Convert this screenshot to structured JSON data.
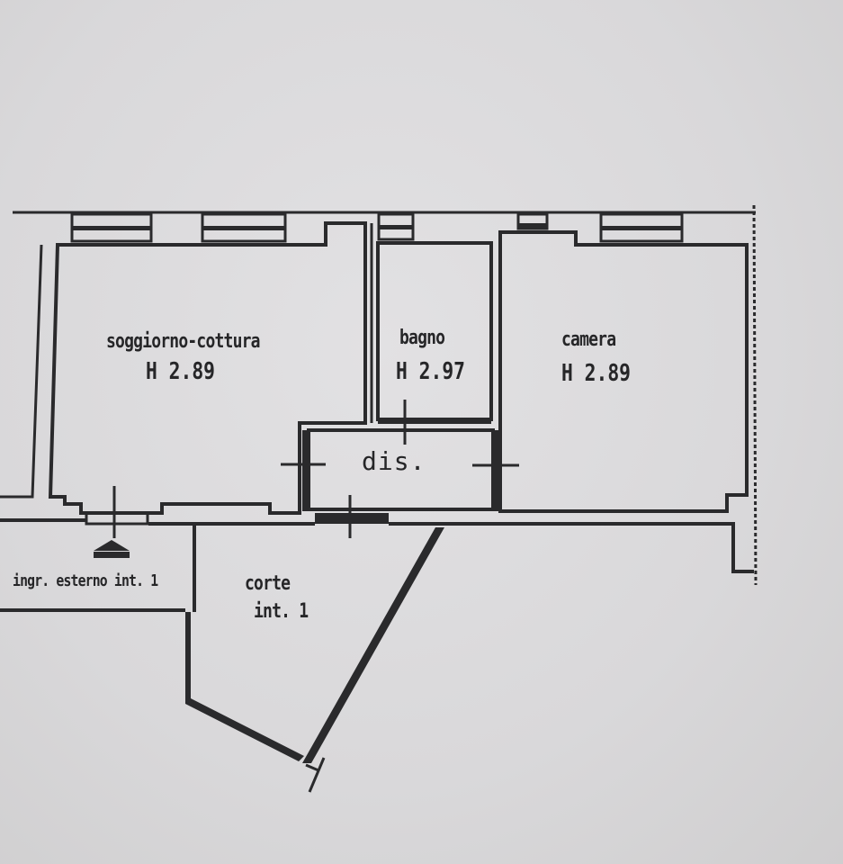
{
  "plan": {
    "rooms": [
      {
        "id": "soggiorno",
        "name": "soggiorno-cottura",
        "height": "H 2.89"
      },
      {
        "id": "bagno",
        "name": "bagno",
        "height": "H 2.97"
      },
      {
        "id": "camera",
        "name": "camera",
        "height": "H 2.89"
      },
      {
        "id": "disimpegno",
        "name": "dis."
      },
      {
        "id": "corte",
        "name": "corte",
        "sub": "int. 1"
      }
    ],
    "entrance": {
      "label": "ingr. esterno int. 1",
      "icon": "entrance-arrow-icon"
    },
    "colors": {
      "paper": "#dcdbdd",
      "ink": "#2a2a2c"
    }
  }
}
